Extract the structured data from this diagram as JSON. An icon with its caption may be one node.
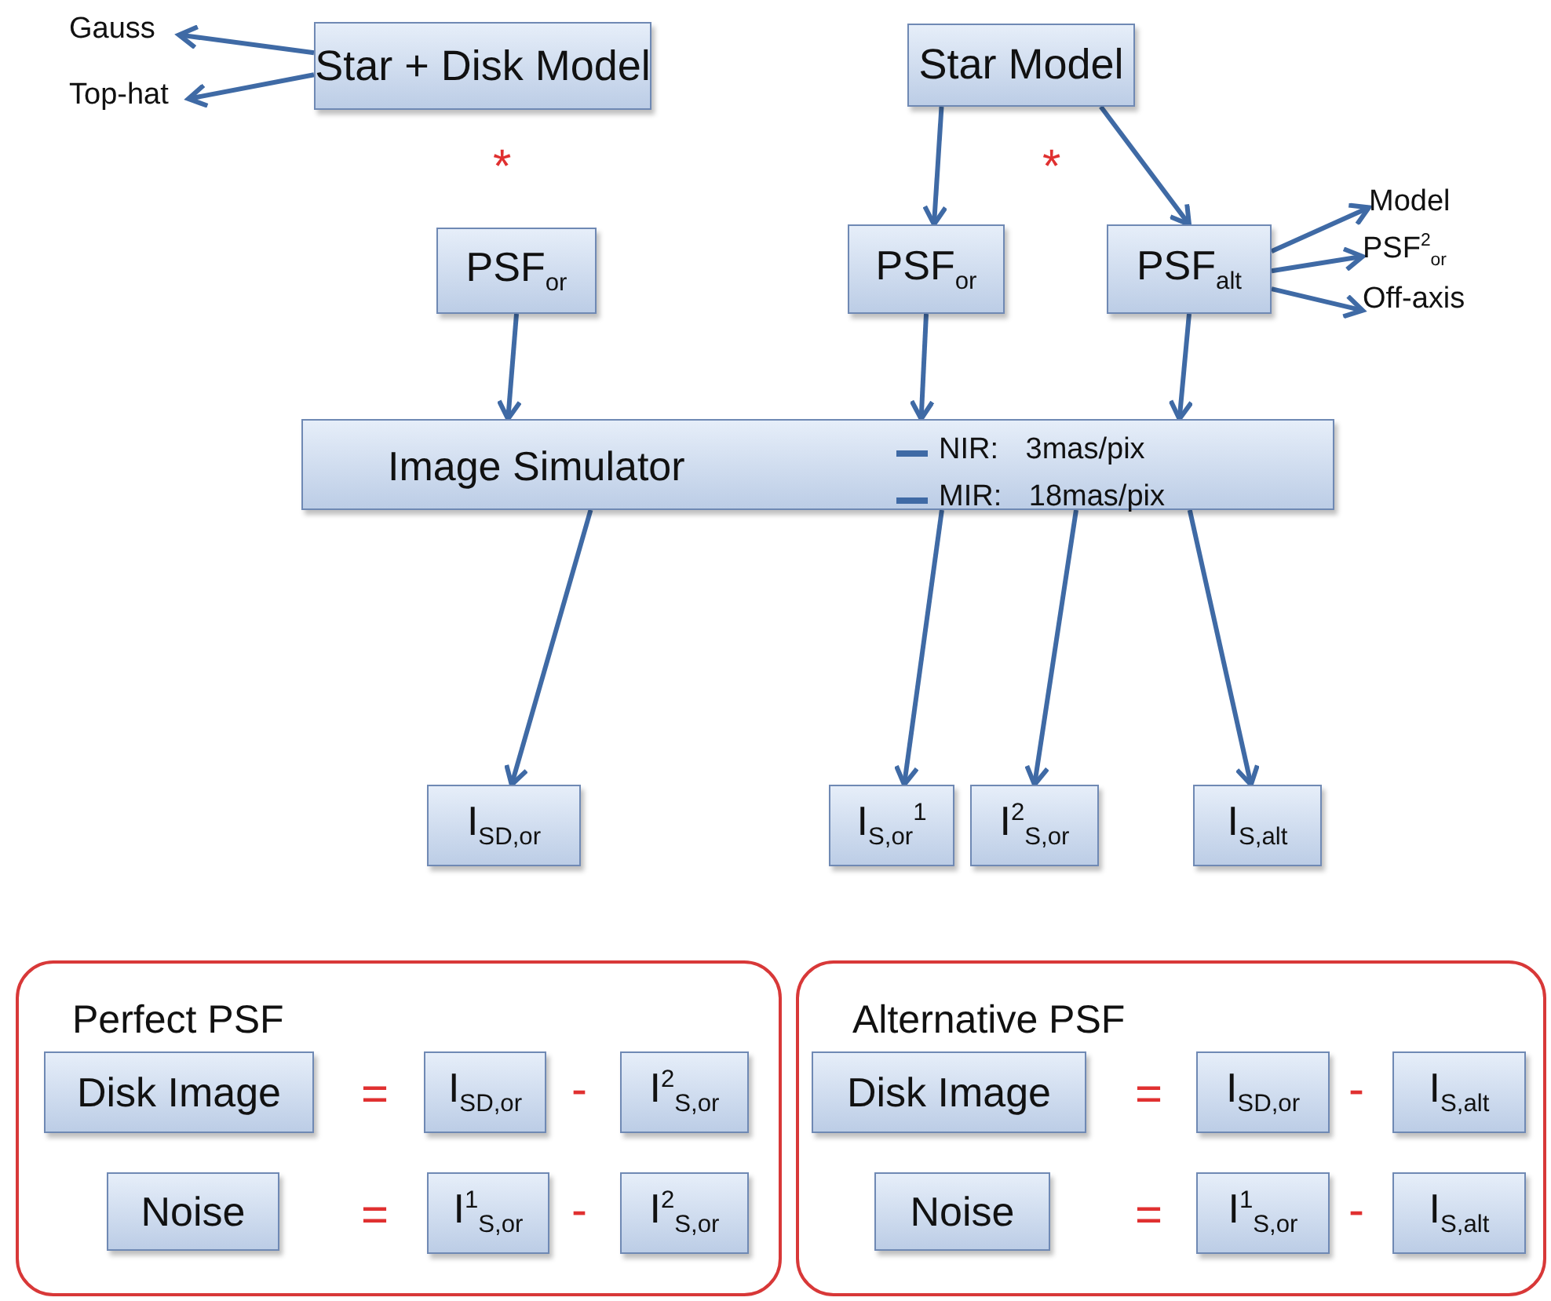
{
  "diagram": {
    "nodes": [
      {
        "text": [
          "Star + Disk Model"
        ]
      },
      {
        "text": [
          "Gauss"
        ]
      },
      {
        "text": [
          "Top-hat"
        ]
      },
      {
        "text": [
          "Star Model"
        ]
      },
      {
        "text": [
          "PSF$_{or}$"
        ]
      },
      {
        "text": [
          "PSF$_{or}$"
        ]
      },
      {
        "text": [
          "PSF$_{alt}$"
        ]
      },
      {
        "text": [
          "Model"
        ]
      },
      {
        "text": [
          "PSF$^{2}$$_{or}$"
        ]
      },
      {
        "text": [
          "Off-axis"
        ]
      },
      {
        "text": [
          "Image Simulator",
          "NIR: 3mas/pix",
          "MIR: 18mas/pix"
        ]
      },
      {
        "text": [
          "I$_{SD,or}$"
        ]
      },
      {
        "text": [
          "I$_{S,or}$$^{1}$"
        ]
      },
      {
        "text": [
          "I$^{2}$$_{S,or}$"
        ]
      },
      {
        "text": [
          "I$_{S,alt}$"
        ]
      },
      {
        "text": [
          "Perfect PSF"
        ]
      },
      {
        "text": [
          "Disk Image"
        ],
        "in": 15
      },
      {
        "text": [
          "I$_{SD,or}$"
        ],
        "in": 15
      },
      {
        "text": [
          "I$^{2}$$_{S,or}$"
        ],
        "in": 15
      },
      {
        "text": [
          "Noise"
        ],
        "in": 15
      },
      {
        "text": [
          "I$^{1}$$_{S,or}$"
        ],
        "in": 15
      },
      {
        "text": [
          "I$^{2}$$_{S,or}$"
        ],
        "in": 15
      },
      {
        "text": [
          "Alternative PSF"
        ]
      },
      {
        "text": [
          "Disk Image"
        ],
        "in": 22
      },
      {
        "text": [
          "I$_{SD,or}$"
        ],
        "in": 22
      },
      {
        "text": [
          "I$_{S,alt}$"
        ],
        "in": 22
      },
      {
        "text": [
          "Noise"
        ],
        "in": 22
      },
      {
        "text": [
          "I$^{1}$$_{S,or}$"
        ],
        "in": 22
      },
      {
        "text": [
          "I$_{S,alt}$"
        ],
        "in": 22
      }
    ],
    "edges": [
      {
        "from": 0,
        "to": 1,
        "arrow": "to"
      },
      {
        "from": 0,
        "to": 2,
        "arrow": "to"
      },
      {
        "from": 3,
        "to": 5,
        "arrow": "to"
      },
      {
        "from": 3,
        "to": 6,
        "arrow": "to"
      },
      {
        "from": 6,
        "to": 7,
        "arrow": "to"
      },
      {
        "from": 6,
        "to": 8,
        "arrow": "to"
      },
      {
        "from": 6,
        "to": 9,
        "arrow": "to"
      },
      {
        "from": 4,
        "to": 10,
        "arrow": "to"
      },
      {
        "from": 5,
        "to": 10,
        "arrow": "to"
      },
      {
        "from": 6,
        "to": 10,
        "arrow": "to"
      },
      {
        "from": 10,
        "to": 11,
        "arrow": "to"
      },
      {
        "from": 10,
        "to": 12,
        "arrow": "to"
      },
      {
        "from": 10,
        "to": 13,
        "arrow": "to"
      },
      {
        "from": 10,
        "to": 14,
        "arrow": "to"
      }
    ],
    "labels": [
      "*",
      "*",
      "=",
      "-",
      "=",
      "-",
      "=",
      "-",
      "=",
      "-"
    ]
  }
}
